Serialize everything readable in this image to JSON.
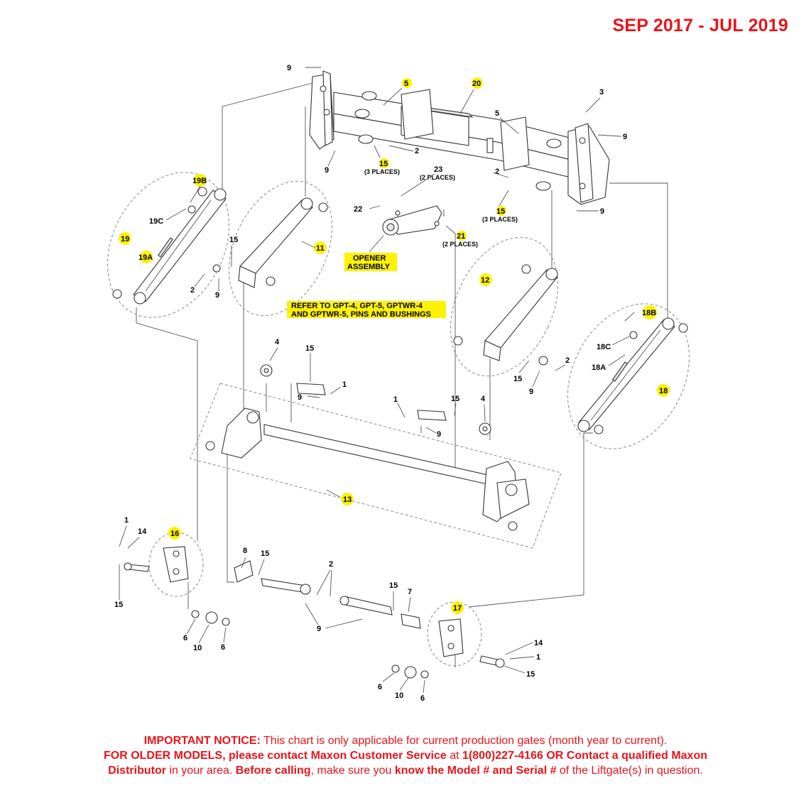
{
  "header": {
    "date_range": "SEP 2017 - JUL 2019"
  },
  "callouts": {
    "c9a": "9",
    "c5a": "5",
    "c20": "20",
    "c3": "3",
    "c5b": "5",
    "c9b": "9",
    "c9c": "9",
    "c2a": "2",
    "c15a": "15",
    "c15a_note": "(3 PLACES)",
    "c23": "23",
    "c23_note": "(2 PLACES)",
    "c2b": "2",
    "c22": "22",
    "c15b": "15",
    "c15b_note": "(3 PLACES)",
    "c9d": "9",
    "c21": "21",
    "c21_note": "(2 PLACES)",
    "c19b": "19B",
    "c19c": "19C",
    "c19": "19",
    "c19a": "19A",
    "c15c": "15",
    "c11": "11",
    "c2c": "2",
    "c9e": "9",
    "opener_line1": "OPENER",
    "opener_line2": "ASSEMBLY",
    "c12": "12",
    "c18b": "18B",
    "c18c": "18C",
    "c18a": "18A",
    "c18": "18",
    "refer_line1": "REFER TO GPT-4, GPT-5, GPTWR-4",
    "refer_line2": "AND GPTWR-5, PINS AND BUSHINGS",
    "c4a": "4",
    "c15d": "15",
    "c1a": "1",
    "c9f": "9",
    "c15e": "15",
    "c2d": "2",
    "c9g": "9",
    "c1b": "1",
    "c15f": "15",
    "c4b": "4",
    "c9h": "9",
    "c13": "13",
    "c1c": "1",
    "c14a": "14",
    "c16": "16",
    "c8": "8",
    "c15g": "15",
    "c2e": "2",
    "c15h": "15",
    "c7": "7",
    "c17": "17",
    "c15i": "15",
    "c6a": "6",
    "c10a": "10",
    "c6b": "6",
    "c9i": "9",
    "c14b": "14",
    "c1d": "1",
    "c15j": "15",
    "c6c": "6",
    "c10b": "10",
    "c6d": "6"
  },
  "notice": {
    "label1": "IMPORTANT NOTICE:",
    "text1": " This chart is only applicable for current production gates (month year to current).",
    "label2": "FOR OLDER MODELS, please contact Maxon Customer Service",
    "text2": " at ",
    "phone": "1(800)227-4166 OR Contact a qualified Maxon",
    "label3": "Distributor",
    "text3": " in your area. ",
    "label4": "Before calling",
    "text4": ", make sure you ",
    "label5": "know the Model # and Serial #",
    "text5": " of the Liftgate(s) in question."
  },
  "colors": {
    "accent": "#e8141b",
    "callout_highlight": "#fff200"
  }
}
